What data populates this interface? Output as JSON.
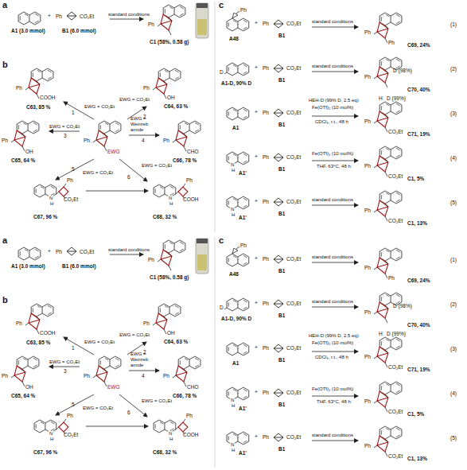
{
  "diagram": {
    "labels": [
      "a",
      "A1 (3.0 mmol)",
      "+",
      "Ph",
      "CO₂Et",
      "B1 (6.0 mmol)",
      "standard conditions",
      "Ph",
      "C1 (58%, 0.58 g)",
      "b",
      "Ph",
      "EWG",
      "1",
      "EWG = CO₂Et",
      "Ph",
      "COOH",
      "C63, 85 %",
      "2",
      "EWG = CO₂Et",
      "Ph",
      "OH",
      "C64, 63 %",
      "3",
      "EWG = CO₂Et",
      "Ph",
      "OH",
      "C65, 64 %",
      "EWG = Weinreb amide",
      "4",
      "Ph",
      "CHO",
      "C66, 78 %",
      "5",
      "EWG = CO₂Et",
      "N",
      "H",
      "Ph",
      "CO₂Et",
      "C67, 96 %",
      "6",
      "EWG = CO₂Et",
      "N",
      "H",
      "Ph",
      "COOH",
      "C68, 32 %",
      "c",
      "Ph",
      "A48",
      "+",
      "Ph",
      "CO₂Et",
      "B1",
      "standard conditions",
      "Ph",
      "Ph",
      "C69, 24%",
      "(1)",
      "D",
      "A1-D, 90% D",
      "+",
      "Ph",
      "CO₂Et",
      "B1",
      "standard conditions",
      "D (98%)",
      "Ph",
      "C70, 40%",
      "(2)",
      "A1",
      "+",
      "Ph",
      "CO₂Et",
      "B1",
      "HEH-D (99% D, 2.5 eq)",
      "Fe(OTf)₂ (10 mol%)",
      "CDCl₃, r.t., 48 h",
      "H",
      "D (99%)",
      "Ph",
      "CO₂Et",
      "C71, 19%",
      "(3)",
      "N",
      "H",
      "A1'",
      "+",
      "Ph",
      "CO₂Et",
      "B1",
      "Fe(OTf)₂ (10 mol%)",
      "THF, 63°C, 48 h",
      "Ph",
      "CO₂Et",
      "C1, 5%",
      "(4)",
      "N",
      "H",
      "A1'",
      "+",
      "Ph",
      "CO₂Et",
      "B1",
      "standard conditions",
      "Ph",
      "CO₂Et",
      "C1, 13%",
      "(5)",
      "a",
      "A1 (3.0 mmol)",
      "+",
      "Ph",
      "CO₂Et",
      "B1 (6.0 mmol)",
      "standard conditions",
      "Ph",
      "C1 (58%, 0.58 g)",
      "b",
      "Ph",
      "EWG",
      "1",
      "EWG = CO₂Et",
      "Ph",
      "COOH",
      "C63, 85 %",
      "2",
      "EWG = CO₂Et",
      "Ph",
      "OH",
      "C64, 63 %",
      "3",
      "EWG = CO₂Et",
      "Ph",
      "OH",
      "C65, 64 %",
      "EWG = Weinreb amide",
      "4",
      "Ph",
      "CHO",
      "C66, 78 %",
      "5",
      "EWG = CO₂Et",
      "N",
      "H",
      "Ph",
      "CO₂Et",
      "C67, 96 %",
      "6",
      "EWG = CO₂Et",
      "N",
      "H",
      "Ph",
      "COOH",
      "C68, 32 %",
      "c",
      "Ph",
      "A48",
      "+",
      "Ph",
      "CO₂Et",
      "B1",
      "standard conditions",
      "Ph",
      "Ph",
      "C69, 24%",
      "(1)",
      "D",
      "A1-D, 90% D",
      "+",
      "Ph",
      "CO₂Et",
      "B1",
      "standard conditions",
      "D (98%)",
      "Ph",
      "C70, 40%",
      "(2)",
      "A1",
      "+",
      "Ph",
      "CO₂Et",
      "B1",
      "HEH-D (99% D, 2.5 eq)",
      "Fe(OTf)₂ (10 mol%)",
      "CDCl₃, r.t., 48 h",
      "H",
      "D (99%)",
      "Ph",
      "CO₂Et",
      "C71, 19%",
      "(3)",
      "N",
      "H",
      "A1'",
      "+",
      "Ph",
      "CO₂Et",
      "B1",
      "Fe(OTf)₂ (10 mol%)",
      "THF, 63°C, 48 h",
      "Ph",
      "CO₂Et",
      "C1, 5%",
      "(4)",
      "N",
      "H",
      "A1'",
      "+",
      "Ph",
      "CO₂Et",
      "B1",
      "standard conditions",
      "Ph",
      "CO₂Et",
      "C1, 13%",
      "(5)"
    ]
  }
}
